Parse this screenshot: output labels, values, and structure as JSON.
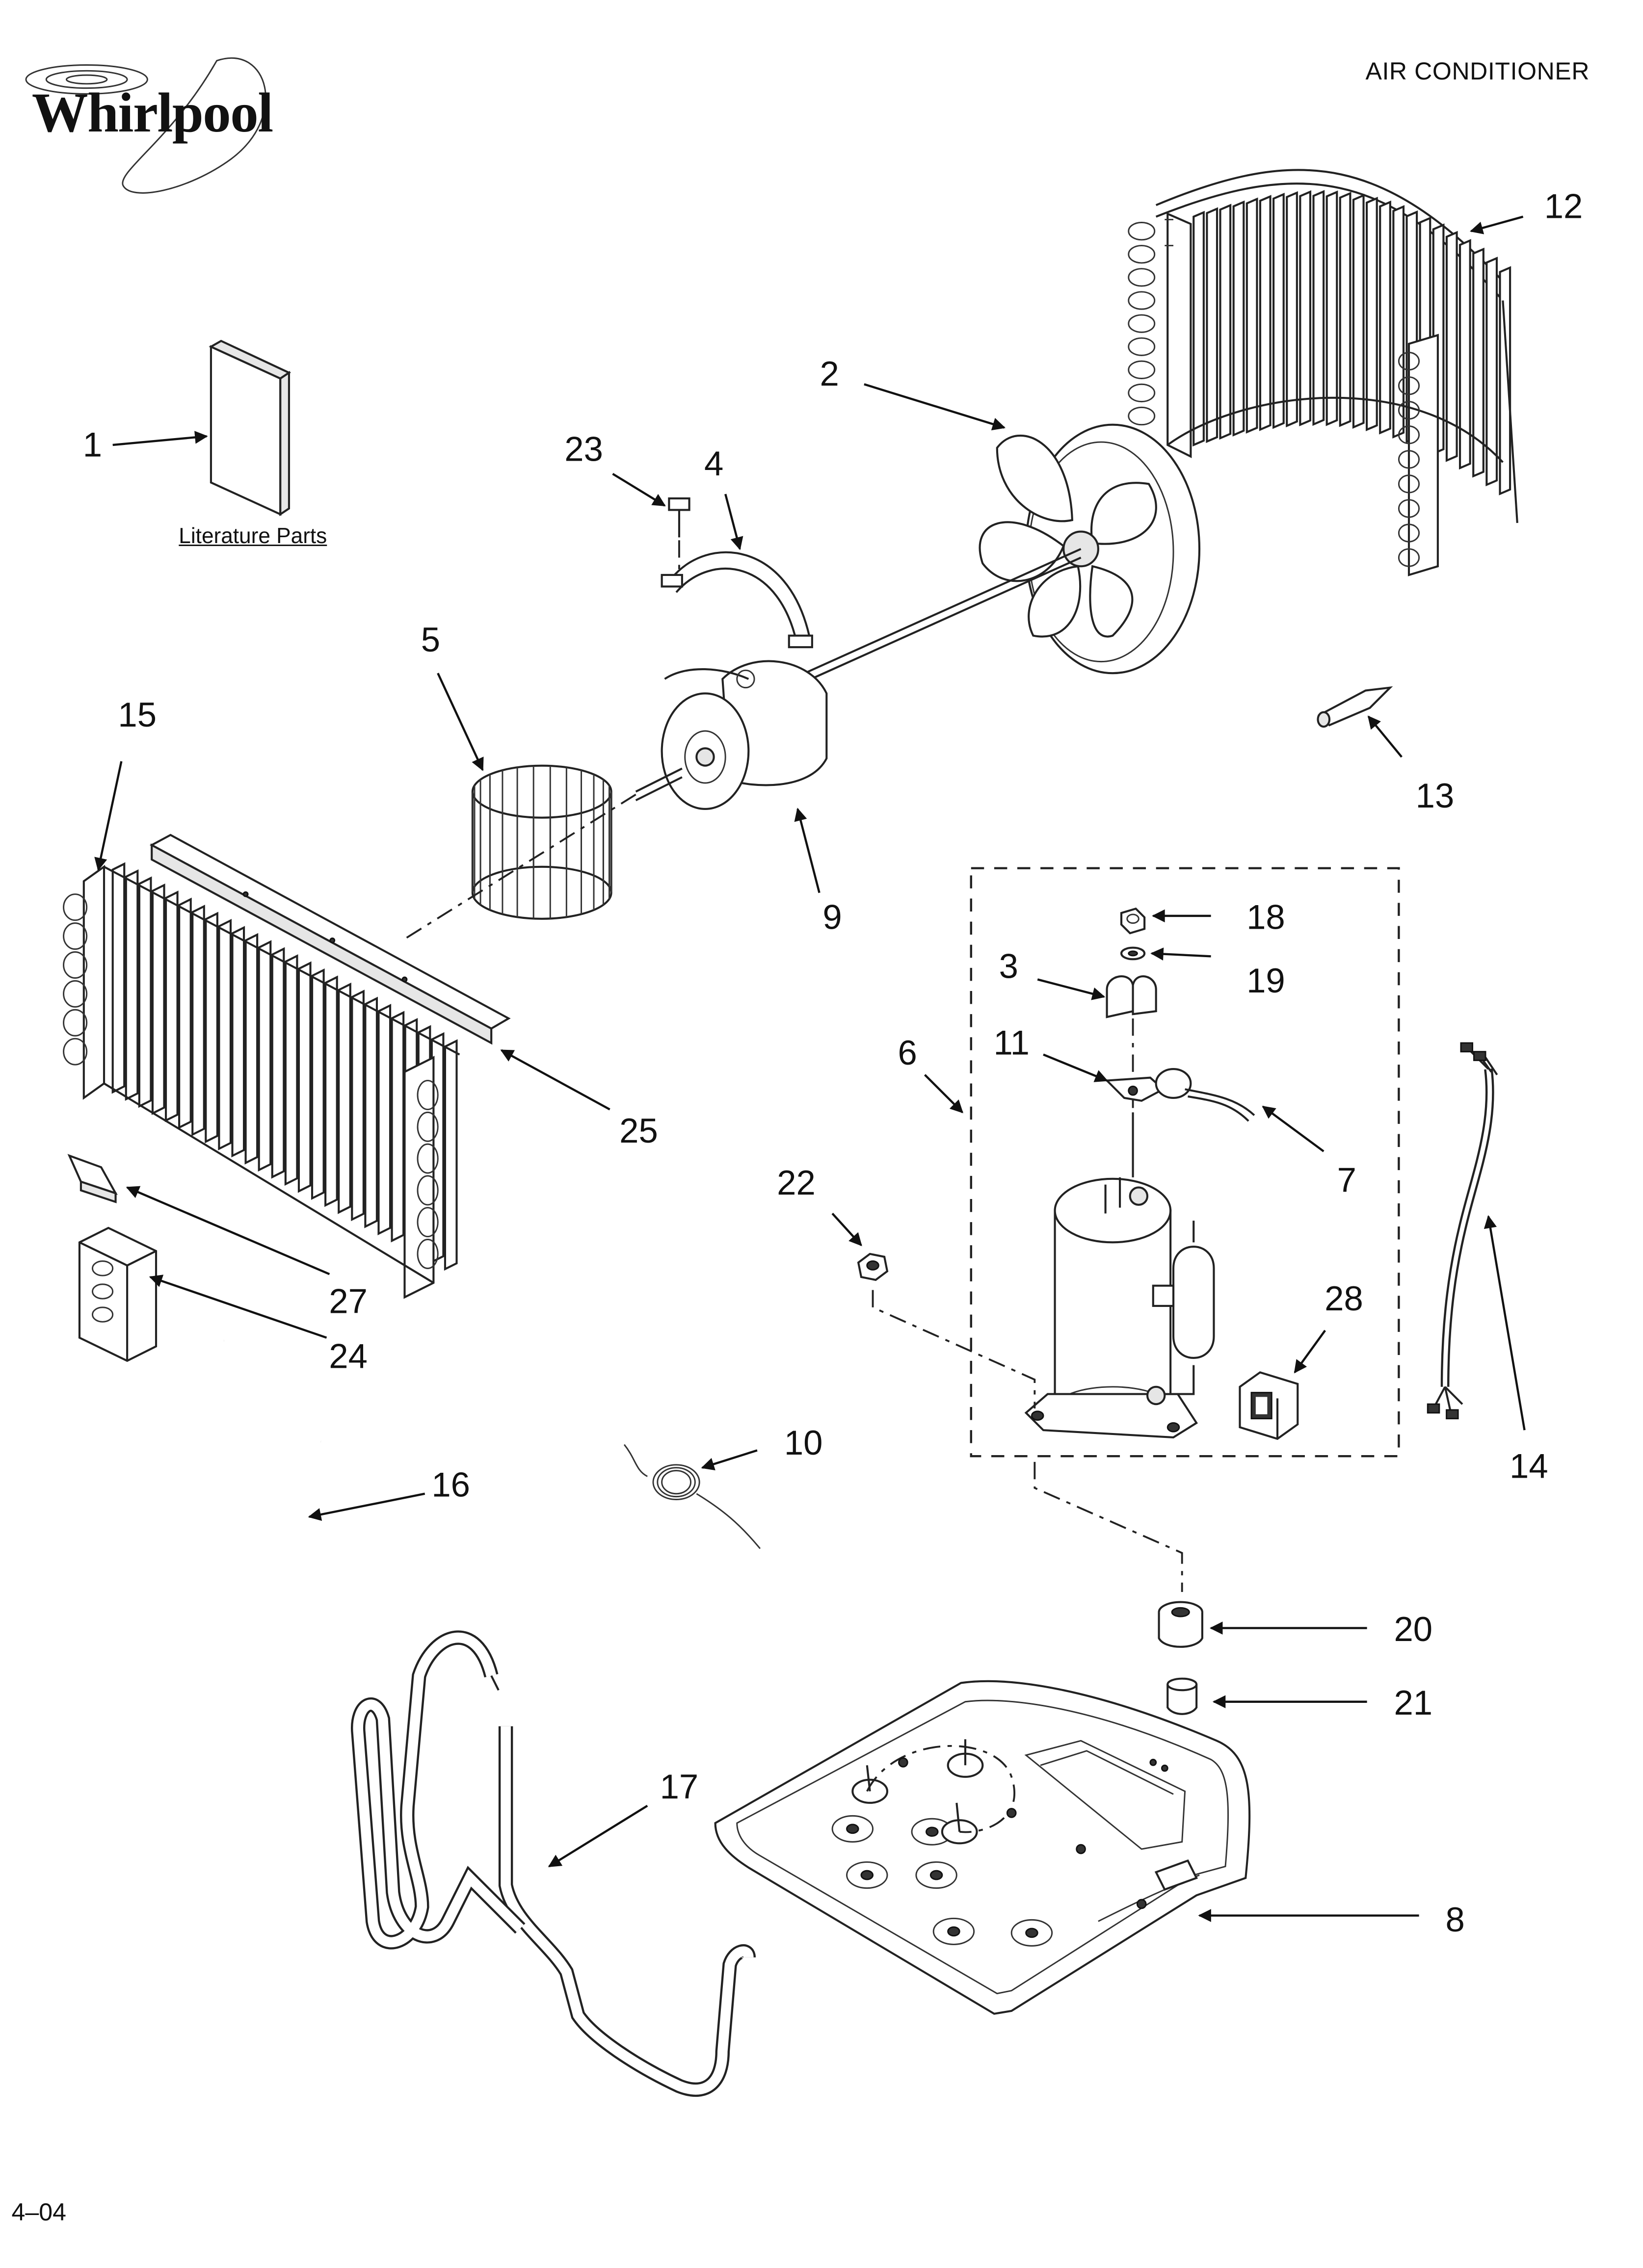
{
  "header": {
    "brand": "Whirlpool",
    "document_title": "AIR CONDITIONER"
  },
  "footer": {
    "code": "4–04"
  },
  "literature_label": "Literature Parts",
  "callouts": {
    "c1": "1",
    "c2": "2",
    "c3": "3",
    "c4": "4",
    "c5": "5",
    "c6": "6",
    "c7": "7",
    "c8": "8",
    "c9": "9",
    "c10": "10",
    "c11": "11",
    "c12": "12",
    "c13": "13",
    "c14": "14",
    "c15": "15",
    "c16": "16",
    "c17": "17",
    "c18": "18",
    "c19": "19",
    "c20": "20",
    "c21": "21",
    "c22": "22",
    "c23": "23",
    "c24": "24",
    "c25": "25",
    "c27": "27",
    "c28": "28"
  },
  "colors": {
    "ink": "#111111",
    "paper": "#ffffff",
    "shade": "#e6e6e6"
  }
}
